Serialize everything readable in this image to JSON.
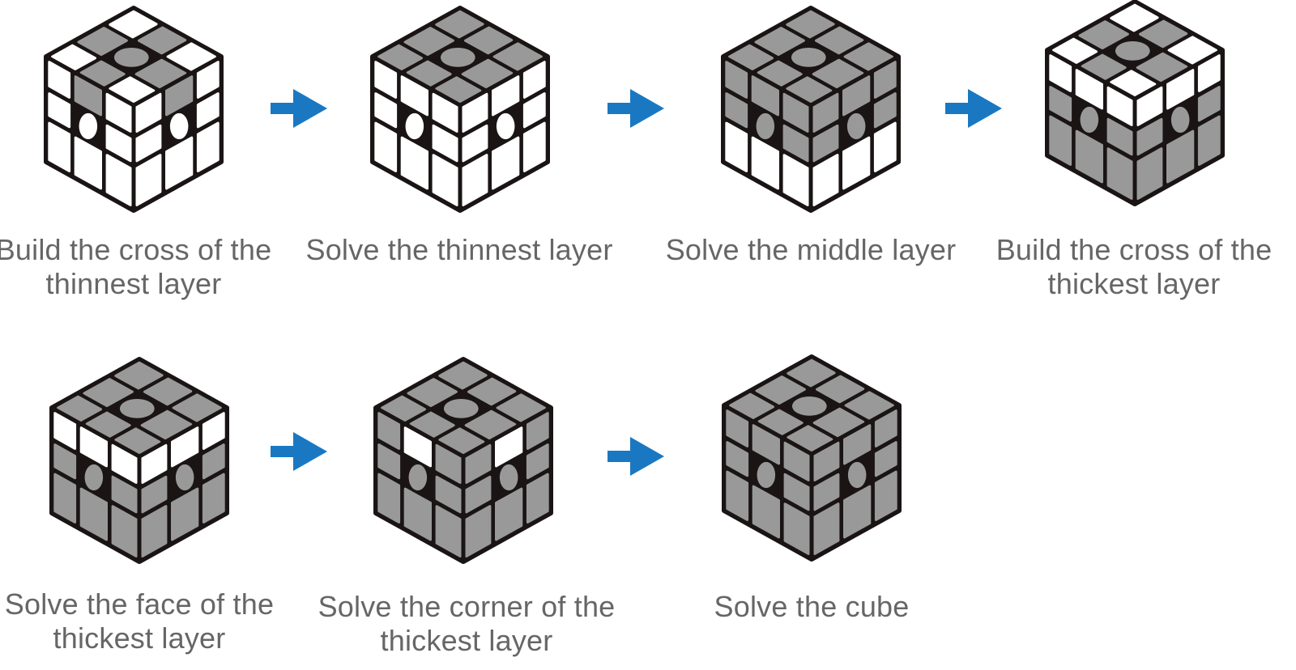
{
  "colors": {
    "gray": "#999999",
    "white": "#ffffff",
    "outline": "#1a1414",
    "arrow": "#1a78c2",
    "caption": "#666666"
  },
  "steps": [
    {
      "caption": [
        "Build the cross of the",
        "thinnest layer"
      ],
      "cube_icon": "cube-icon"
    },
    {
      "caption": [
        "Solve the thinnest layer"
      ],
      "cube_icon": "cube-icon"
    },
    {
      "caption": [
        "Solve the middle layer"
      ],
      "cube_icon": "cube-icon"
    },
    {
      "caption": [
        "Build the cross of the",
        "thickest layer"
      ],
      "cube_icon": "cube-icon"
    },
    {
      "caption": [
        "Solve the face of the",
        "thickest layer"
      ],
      "cube_icon": "cube-icon"
    },
    {
      "caption": [
        "Solve the corner of the",
        "thickest layer"
      ],
      "cube_icon": "cube-icon"
    },
    {
      "caption": [
        "Solve the cube"
      ],
      "cube_icon": "cube-icon"
    }
  ],
  "arrow_icon": "arrow-right-icon"
}
